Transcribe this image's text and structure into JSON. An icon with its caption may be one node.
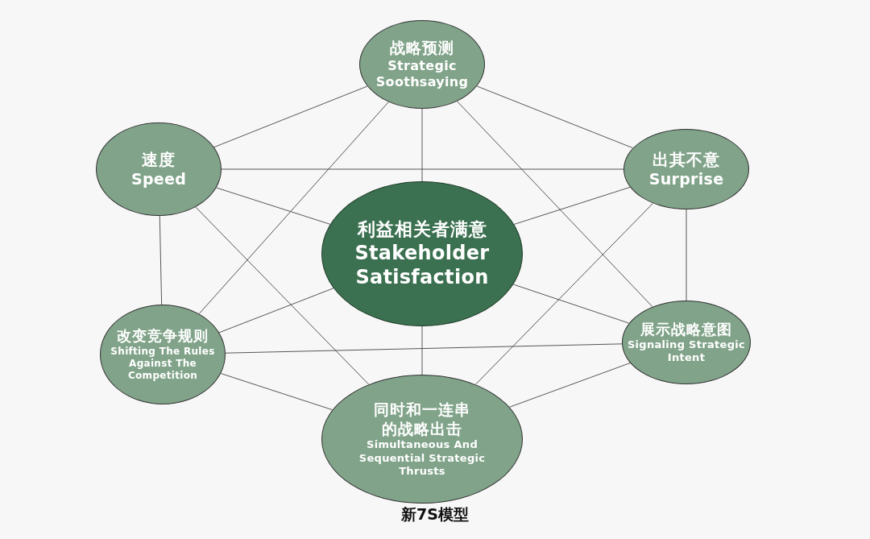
{
  "diagram": {
    "caption": "新7S模型",
    "nodes": [
      {
        "text": [
          "战略预测",
          "Strategic Soothsaying"
        ]
      },
      {
        "text": [
          "速度",
          "Speed"
        ]
      },
      {
        "text": [
          "出其不意",
          "Surprise"
        ]
      },
      {
        "text": [
          "利益相关者满意",
          "Stakeholder Satisfaction"
        ]
      },
      {
        "text": [
          "改变竞争规则",
          "Shifting The Rules Against The Competition"
        ]
      },
      {
        "text": [
          "展示战略意图",
          "Signaling Strategic Intent"
        ]
      },
      {
        "text": [
          "同时和一连串的战略出击",
          "Simultaneous And Sequential Strategic Thrusts"
        ]
      }
    ],
    "edges": [
      {
        "from": 0,
        "to": 1,
        "arrow": "none"
      },
      {
        "from": 0,
        "to": 2,
        "arrow": "none"
      },
      {
        "from": 0,
        "to": 3,
        "arrow": "none"
      },
      {
        "from": 0,
        "to": 4,
        "arrow": "none"
      },
      {
        "from": 0,
        "to": 5,
        "arrow": "none"
      },
      {
        "from": 1,
        "to": 2,
        "arrow": "none"
      },
      {
        "from": 1,
        "to": 3,
        "arrow": "none"
      },
      {
        "from": 1,
        "to": 4,
        "arrow": "none"
      },
      {
        "from": 1,
        "to": 6,
        "arrow": "none"
      },
      {
        "from": 2,
        "to": 3,
        "arrow": "none"
      },
      {
        "from": 2,
        "to": 5,
        "arrow": "none"
      },
      {
        "from": 2,
        "to": 6,
        "arrow": "none"
      },
      {
        "from": 3,
        "to": 4,
        "arrow": "none"
      },
      {
        "from": 3,
        "to": 5,
        "arrow": "none"
      },
      {
        "from": 3,
        "to": 6,
        "arrow": "none"
      },
      {
        "from": 4,
        "to": 5,
        "arrow": "none"
      },
      {
        "from": 4,
        "to": 6,
        "arrow": "none"
      },
      {
        "from": 5,
        "to": 6,
        "arrow": "none"
      }
    ]
  }
}
